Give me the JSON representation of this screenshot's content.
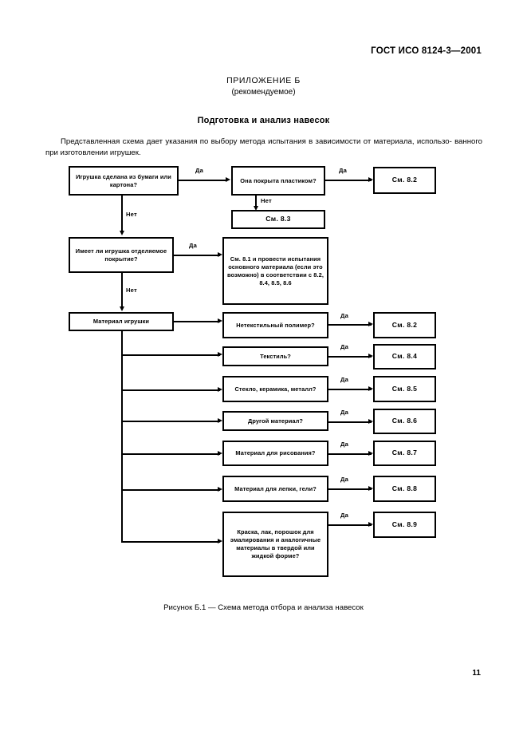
{
  "document": {
    "standard_header": "ГОСТ ИСО 8124-3—2001",
    "page_number": "11"
  },
  "annex": {
    "title": "ПРИЛОЖЕНИЕ Б",
    "subtitle": "(рекомендуемое)",
    "heading": "Подготовка и анализ навесок"
  },
  "intro": {
    "line1": "Представленная схема дает указания по выбору метода испытания в зависимости от материала, использо-",
    "line2": "ванного при изготовлении игрушек."
  },
  "flowchart": {
    "caption": "Рисунок Б.1 — Схема метода отбора и анализа навесок",
    "labels": {
      "yes": "Да",
      "no": "Нет"
    },
    "nodes": {
      "q_paper": "Игрушка сделана из бумаги или картона?",
      "q_plastic_coated": "Она покрыта пластиком?",
      "r_8_2_top": "См. 8.2",
      "r_8_3": "См. 8.3",
      "q_removable_coating": "Имеет ли игрушка отделяемое покрытие?",
      "r_8_1_block": "См. 8.1 и провести испытания основного материала (если это возможно) в соответствии с 8.2, 8.4, 8.5, 8.6",
      "n_toy_material": "Материал игрушки",
      "q_nontextile_polymer": "Нетекстильный полимер?",
      "r_8_2": "См. 8.2",
      "q_textile": "Текстиль?",
      "r_8_4": "См. 8.4",
      "q_glass_ceramic_metal": "Стекло, керамика, металл?",
      "r_8_5": "См. 8.5",
      "q_other_material": "Другой материал?",
      "r_8_6": "См. 8.6",
      "q_drawing_material": "Материал для рисования?",
      "r_8_7": "См. 8.7",
      "q_modelling_material": "Материал для лепки, гели?",
      "r_8_8": "См. 8.8",
      "q_paint_varnish": "Краска, лак, порошок для эмалирования и аналогичные материалы в твердой или жидкой форме?",
      "r_8_9": "См. 8.9"
    }
  }
}
